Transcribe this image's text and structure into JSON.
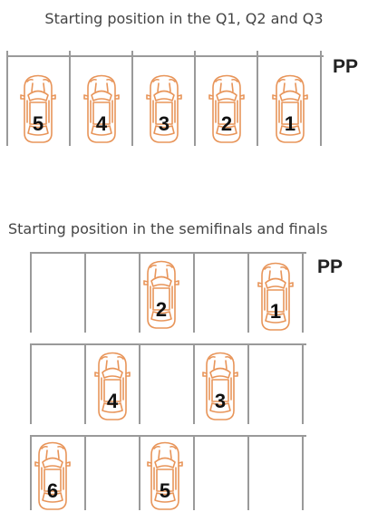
{
  "caption_qualifying": "Starting position in the Q1, Q2 and Q3",
  "caption_finals": "Starting position in the  semifinals and finals",
  "pole_label": "PP",
  "car_color": "#e8955a",
  "qualifying_cars": [
    "5",
    "4",
    "3",
    "2",
    "1"
  ],
  "finals_cars": [
    "1",
    "2",
    "3",
    "4",
    "5",
    "6"
  ]
}
